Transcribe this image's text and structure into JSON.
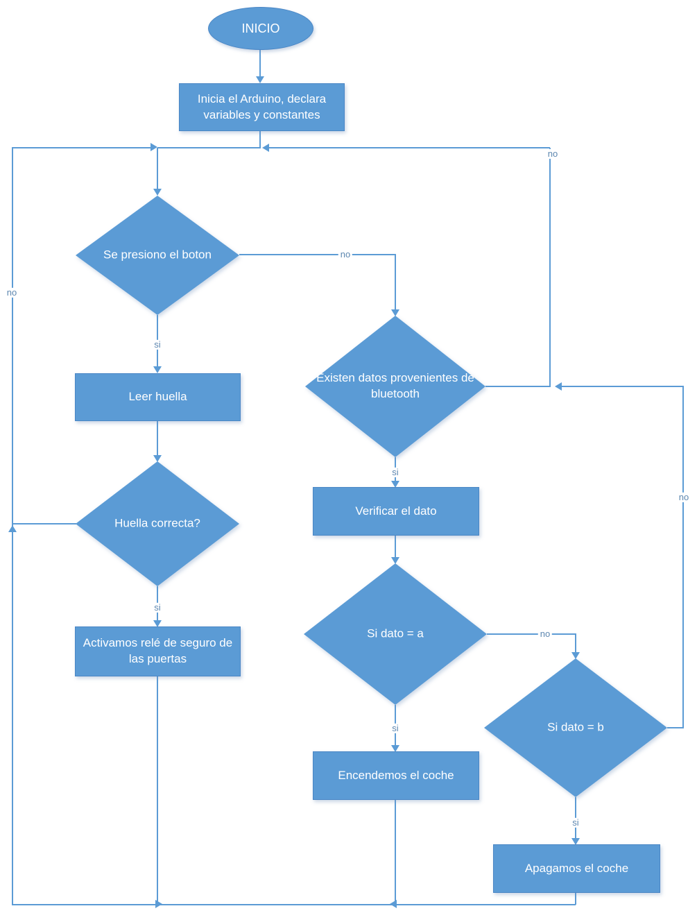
{
  "diagram_type": "flowchart",
  "language": "es",
  "colors": {
    "shape_fill": "#5B9BD5",
    "shape_border": "#4a86c5",
    "connector": "#5B9BD5",
    "shape_text": "#ffffff",
    "edge_label_text": "#5d87b0",
    "background": "#ffffff"
  },
  "nodes": {
    "inicio": {
      "type": "terminator",
      "label": "INICIO"
    },
    "inicia": {
      "type": "process",
      "label": "Inicia el Arduino, declara variables y constantes"
    },
    "boton": {
      "type": "decision",
      "label": "Se presiono el boton"
    },
    "leer_huella": {
      "type": "process",
      "label": "Leer huella"
    },
    "huella": {
      "type": "decision",
      "label": "Huella correcta?"
    },
    "activamos": {
      "type": "process",
      "label": "Activamos relé de seguro de las puertas"
    },
    "bluetooth": {
      "type": "decision",
      "label": "Existen datos provenientes de bluetooth"
    },
    "verificar": {
      "type": "process",
      "label": "Verificar el dato"
    },
    "dato_a": {
      "type": "decision",
      "label": "Si dato = a"
    },
    "encendemos": {
      "type": "process",
      "label": "Encendemos el coche"
    },
    "dato_b": {
      "type": "decision",
      "label": "Si dato = b"
    },
    "apagamos": {
      "type": "process",
      "label": "Apagamos el coche"
    }
  },
  "edges": {
    "boton_si": "si",
    "boton_no": "no",
    "huella_si": "si",
    "huella_no": "no",
    "bt_si": "si",
    "bt_no": "no",
    "dato_a_si": "si",
    "dato_a_no": "no",
    "dato_b_si": "si",
    "dato_b_no": "no"
  }
}
